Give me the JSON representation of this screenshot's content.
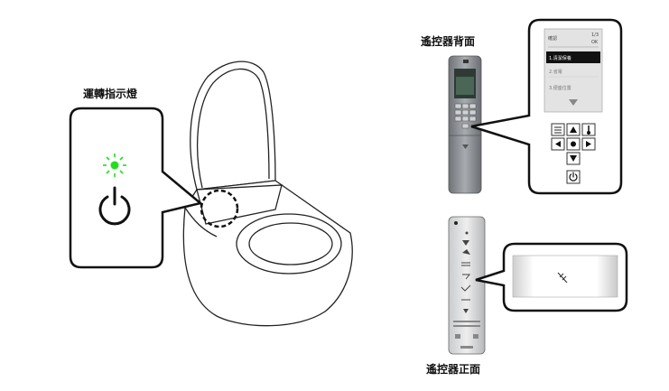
{
  "labels": {
    "indicator": "運轉指示燈",
    "remote_back": "遙控器背面",
    "remote_front": "遙控器正面"
  },
  "remote_screen": {
    "header_left": "確認",
    "header_right_top": "1/3",
    "header_right_bottom": "OK",
    "menu_items": [
      "1.清潔保養",
      "2.省電",
      "3.便座位置"
    ]
  },
  "colors": {
    "indicator_green": "#22dd22",
    "remote_body": "#8d9196",
    "callout_border": "#111111"
  },
  "icons": [
    "power-icon",
    "menu-icon",
    "thermometer-icon",
    "arrow-up-icon",
    "arrow-down-icon",
    "arrow-left-icon",
    "arrow-right-icon",
    "center-dot-icon",
    "wand-icon"
  ]
}
